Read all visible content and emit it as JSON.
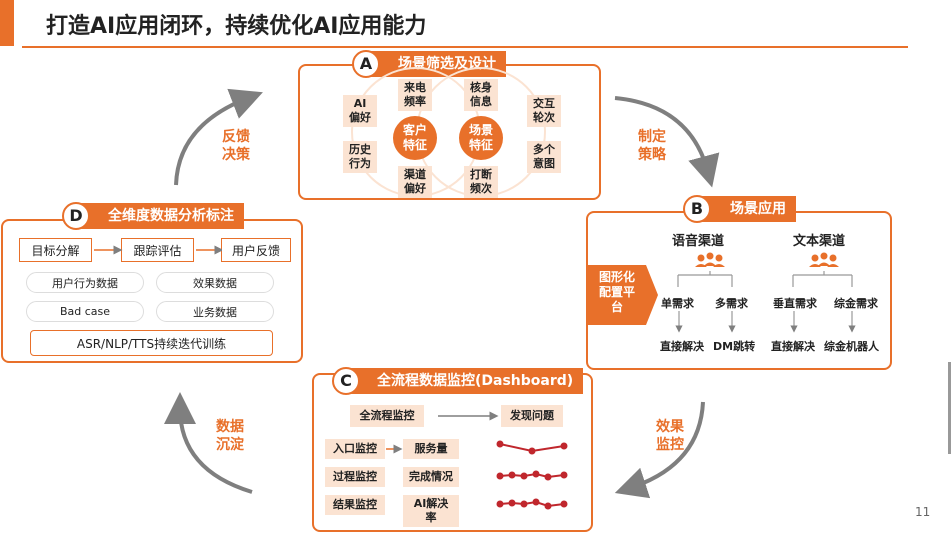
{
  "title": "打造AI应用闭环，持续优化AI应用能力",
  "page_number": "11",
  "loop_labels": {
    "feedback": "反馈\n决策",
    "strategy": "制定\n策略",
    "effect": "效果\n监控",
    "data": "数据\n沉淀"
  },
  "section_a": {
    "letter": "A",
    "title": "场景筛选及设计",
    "left_circle": "客户\n特征",
    "right_circle": "场景\n特征",
    "tags": {
      "ai_pref": "AI\n偏好",
      "history": "历史\n行为",
      "call_freq": "来电\n频率",
      "channel_pref": "渠道\n偏好",
      "verify": "核身\n信息",
      "interrupt": "打断\n频次",
      "turns": "交互\n轮次",
      "multi_intent": "多个\n意图"
    }
  },
  "section_b": {
    "letter": "B",
    "title": "场景应用",
    "voice_channel": "语音渠道",
    "text_channel": "文本渠道",
    "platform": "图形化\n配置平\n台",
    "voice_items": [
      "单需求",
      "多需求"
    ],
    "voice_results": [
      "直接解决",
      "DM跳转"
    ],
    "text_items": [
      "垂直需求",
      "综金需求"
    ],
    "text_results": [
      "直接解决",
      "综金机器人"
    ]
  },
  "section_c": {
    "letter": "C",
    "title": "全流程数据监控(Dashboard)",
    "full_monitor": "全流程监控",
    "find_issue": "发现问题",
    "rows": [
      {
        "left": "入口监控",
        "right": "服务量"
      },
      {
        "left": "过程监控",
        "right": "完成情况"
      },
      {
        "left": "结果监控",
        "right": "AI解决\n率"
      }
    ]
  },
  "section_d": {
    "letter": "D",
    "title": "全维度数据分析标注",
    "flow": [
      "目标分解",
      "跟踪评估",
      "用户反馈"
    ],
    "pills": [
      "用户行为数据",
      "效果数据",
      "Bad case",
      "业务数据"
    ],
    "bottom": "ASR/NLP/TTS持续迭代训练"
  },
  "colors": {
    "accent": "#E8702A",
    "tag_bg": "#FBE3D2",
    "line_red": "#C0272D"
  }
}
